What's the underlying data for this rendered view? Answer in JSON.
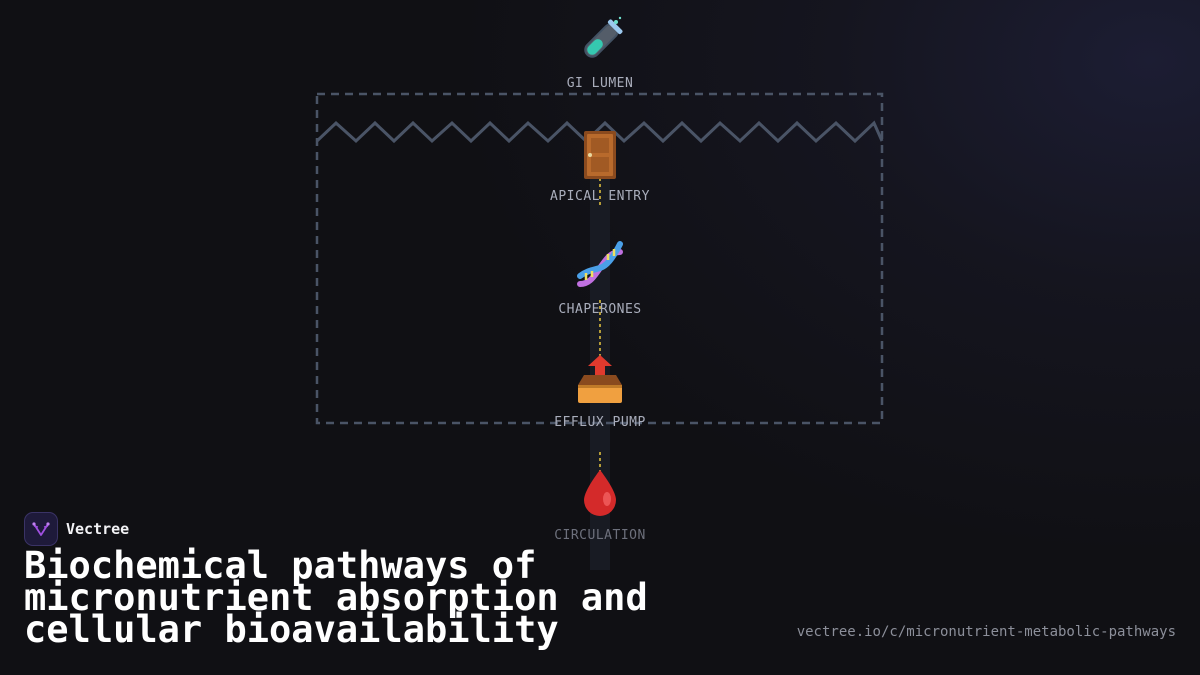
{
  "diagram": {
    "nodes": [
      {
        "id": "gi-lumen",
        "label": "GI LUMEN",
        "icon": "test-tube-icon"
      },
      {
        "id": "apical-entry",
        "label": "APICAL ENTRY",
        "icon": "door-icon"
      },
      {
        "id": "chaperones",
        "label": "CHAPERONES",
        "icon": "dna-icon"
      },
      {
        "id": "efflux-pump",
        "label": "EFFLUX PUMP",
        "icon": "outbox-tray-icon"
      },
      {
        "id": "circulation",
        "label": "CIRCULATION",
        "icon": "blood-drop-icon"
      }
    ],
    "colors": {
      "membrane": "#4a5466",
      "connector": "#e8c840",
      "pathway_column": "#1a1d26"
    }
  },
  "brand": {
    "name": "Vectree",
    "logo_icon": "vectree-logo-icon",
    "accent": "#a050e0"
  },
  "title": "Biochemical pathways of micronutrient absorption and cellular bioavailability",
  "url": "vectree.io/c/micronutrient-metabolic-pathways"
}
